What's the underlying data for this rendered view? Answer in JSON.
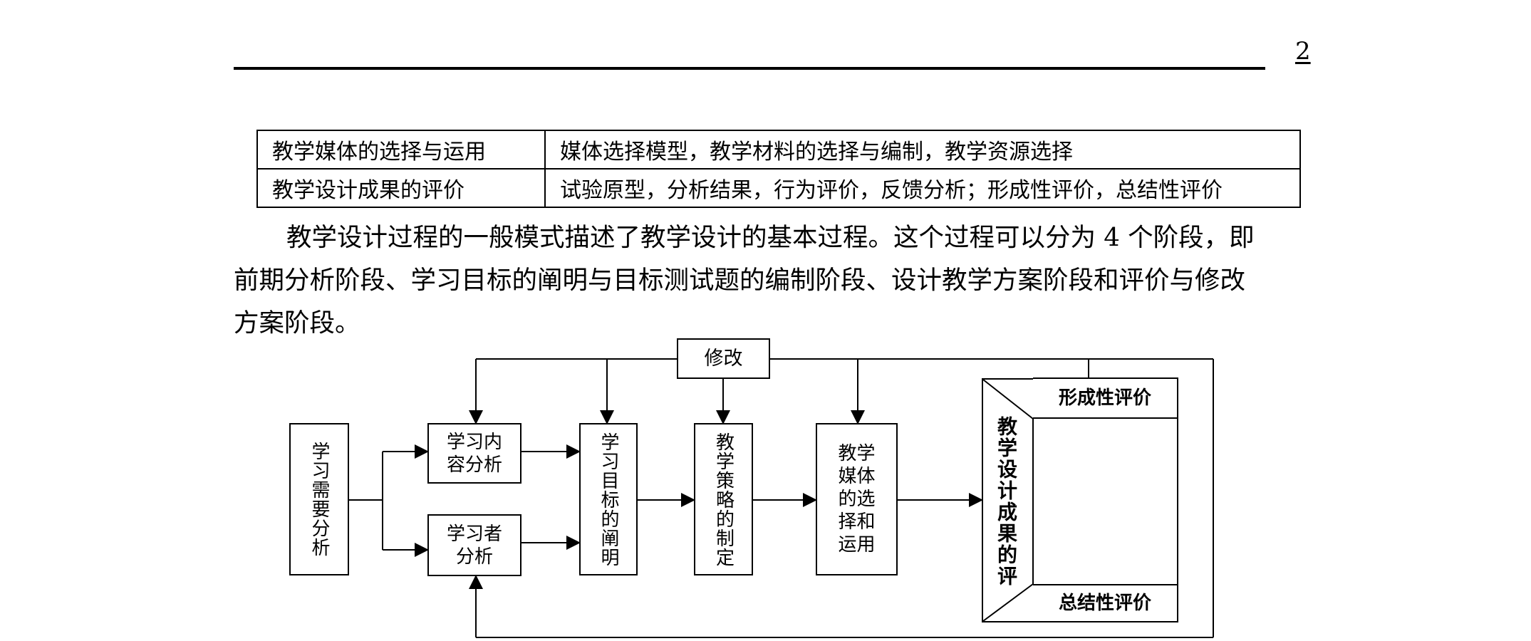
{
  "header": {
    "page_number": "2"
  },
  "table": {
    "rows": [
      {
        "topic": "教学媒体的选择与运用",
        "content": "媒体选择模型，教学材料的选择与编制，教学资源选择"
      },
      {
        "topic": "教学设计成果的评价",
        "content": "试验原型，分析结果，行为评价，反馈分析；形成性评价，总结性评价"
      }
    ]
  },
  "paragraph": {
    "lines": [
      "教学设计过程的一般模式描述了教学设计的基本过程。这个过程可以分为 4 个阶段，即",
      "前期分析阶段、学习目标的阐明与目标测试题的编制阶段、设计教学方案阶段和评价与修改",
      "方案阶段。"
    ]
  },
  "diagram": {
    "revise": "修改",
    "needs_analysis": "学习需要分析",
    "content_analysis": "学习内容分析",
    "learner_analysis": "学习者分析",
    "objectives": "学习目标的阐明",
    "strategy": "教学策略的制定",
    "media": "教学媒体的选择和运用",
    "evaluation": "教学设计成果的评价",
    "formative": "形成性评价",
    "summative": "总结性评价"
  }
}
